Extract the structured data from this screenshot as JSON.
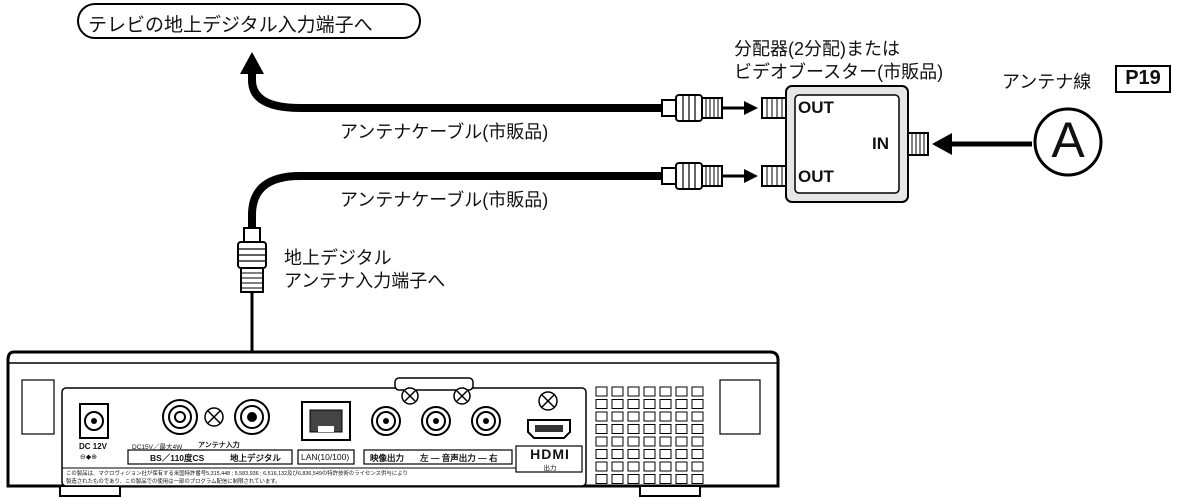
{
  "labels": {
    "tv_input": "テレビの地上デジタル入力端子へ",
    "splitter_line1": "分配器(2分配)または",
    "splitter_line2": "ビデオブースター(市販品)",
    "antenna_line": "アンテナ線",
    "page_ref": "P19",
    "cable_top": "アンテナケーブル(市販品)",
    "cable_bottom": "アンテナケーブル(市販品)",
    "terrestrial_line1": "地上デジタル",
    "terrestrial_line2": "アンテナ入力端子へ",
    "circle_letter": "A"
  },
  "splitter_ports": {
    "out_top": "OUT",
    "in": "IN",
    "out_bottom": "OUT"
  },
  "device_panel": {
    "dc_label": "DC 12V",
    "dc_symbol": "⊖◆⊕",
    "antenna_power": "DC15V／最大4W",
    "antenna_input": "アンテナ入力",
    "bs_cs": "BS／110度CS",
    "terrestrial": "地上デジタル",
    "lan": "LAN(10/100)",
    "video_out": "映像出力",
    "audio_out": "左 ― 音声出力 ― 右",
    "hdmi": "HDMI",
    "hdmi_out": "出力",
    "notice_line1": "この製品は、マクロヴィジョン社が保有する米国特許番号5,315,448 ; 5,583,936 ; 6,516,132及び6,836,549の特許技術のライセンス供与により",
    "notice_line2": "製造されたものであり、この製品での使用は一部のプログラム配信に制限されています。"
  }
}
